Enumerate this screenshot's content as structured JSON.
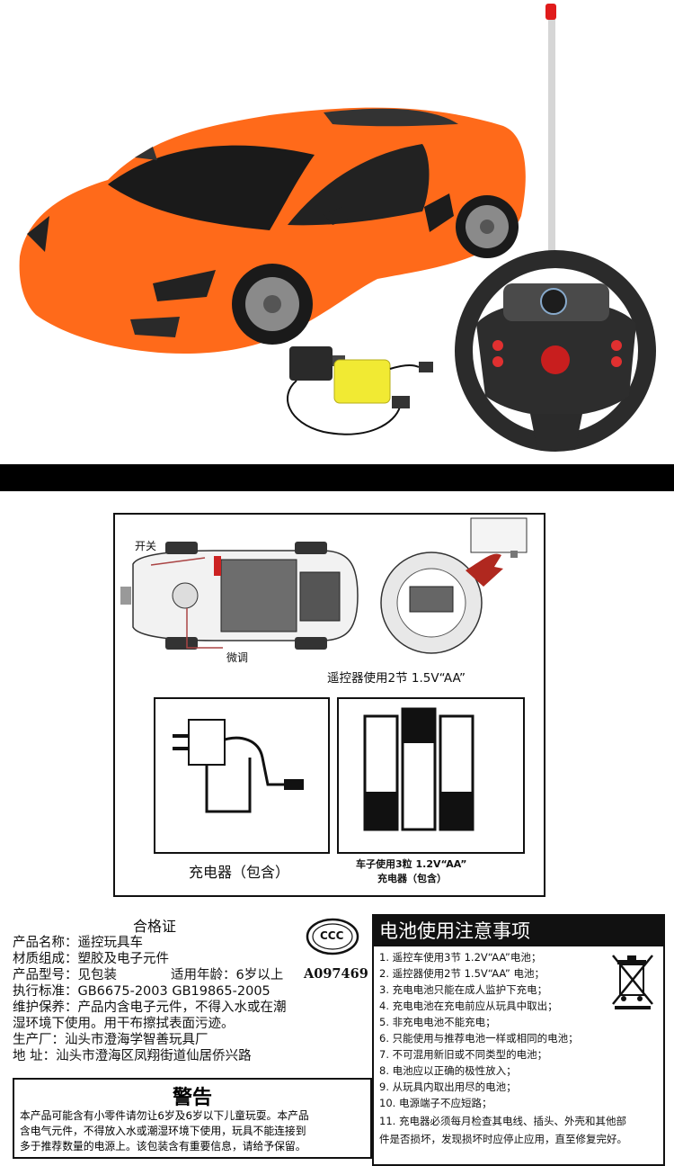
{
  "diagram": {
    "switch_label": "开关",
    "fine_tune_label": "微调",
    "remote_battery_note": "遥控器使用2节 1.5V“AA”",
    "charger_label": "充电器（包含）",
    "car_battery_line1": "车子使用3粒 1.2V“AA”",
    "car_battery_line2": "充电器（包含）"
  },
  "certificate": {
    "title": "合格证",
    "lines": [
      "产品名称：遥控玩具车",
      "材质组成：塑胶及电子元件",
      "产品型号：见包装",
      "执行标准：GB6675-2003 GB19865-2005",
      "维护保养：产品内含电子元件，不得入水或在潮",
      "湿环境下使用。用干布擦拭表面污迹。",
      "生产厂：汕头市澄海学智善玩具厂",
      "地  址：汕头市澄海区凤翔街道仙居侨兴路"
    ],
    "age_text": "适用年龄：6岁以上",
    "ccc_text": "CCC",
    "cert_number": "A097469"
  },
  "warning": {
    "heading": "警告",
    "lines": [
      "本产品可能含有小零件请勿让6岁及6岁以下儿童玩耍。本产品",
      "含电气元件，不得放入水或潮湿环境下使用，玩具不能连接到",
      "多于推荐数量的电源上。该包装含有重要信息，请给予保留。"
    ]
  },
  "battery_notice": {
    "heading": "电池使用注意事项",
    "items": [
      "1. 遥控车使用3节 1.2V“AA”电池；",
      "2. 遥控器使用2节 1.5V“AA” 电池；",
      "3. 充电电池只能在成人监护下充电；",
      "4. 充电电池在充电前应从玩具中取出；",
      "5. 非充电电池不能充电；",
      "6. 只能使用与推荐电池一样或相同的电池；",
      "7. 不可混用新旧或不同类型的电池；",
      "8. 电池应以正确的极性放入；",
      "9. 从玩具内取出用尽的电池；",
      "10. 电源端子不应短路；",
      "11. 充电器必须每月检查其电线、插头、外壳和其他部",
      "件是否损坏，发现损坏时应停止应用，直至修复完好。"
    ]
  },
  "colors": {
    "car_body": "#ff6a1a",
    "background_band": "#000000"
  }
}
